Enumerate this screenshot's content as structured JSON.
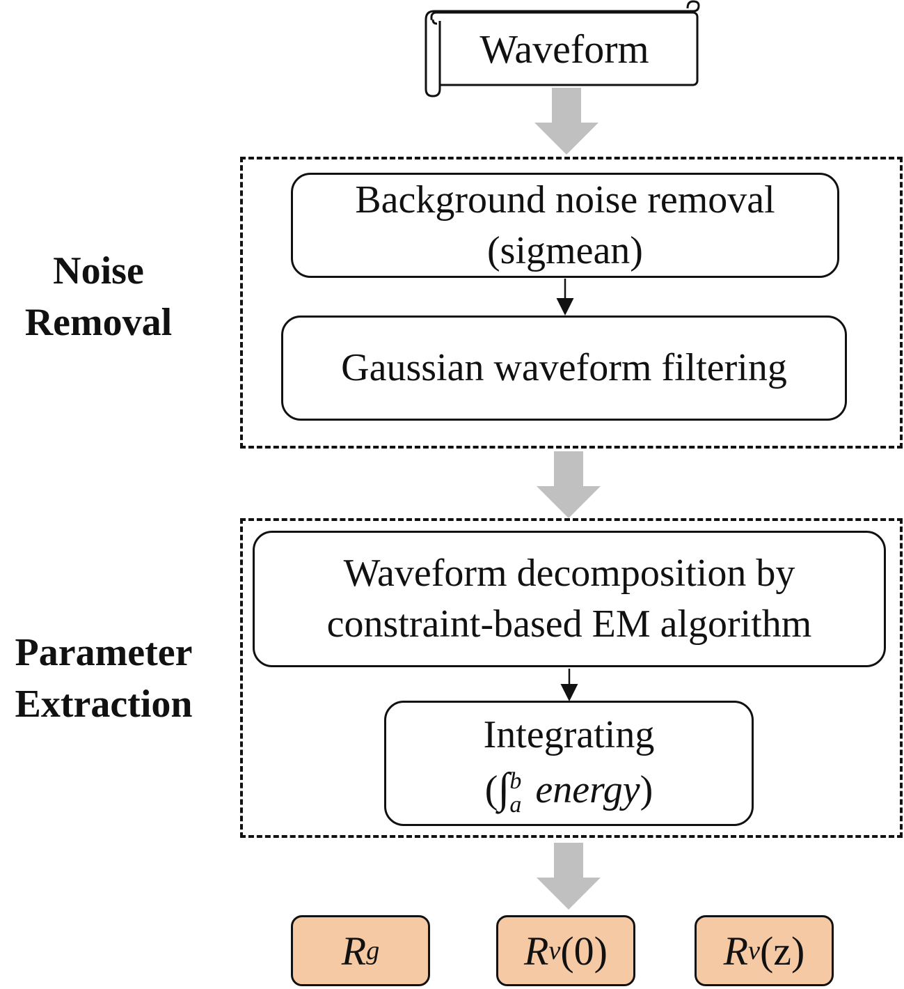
{
  "input": {
    "label": "Waveform"
  },
  "groups": {
    "noise_removal": {
      "label_line1": "Noise",
      "label_line2": "Removal",
      "steps": [
        {
          "line1": "Background noise removal",
          "line2": "(sigmean)"
        },
        {
          "line1": "Gaussian waveform filtering"
        }
      ]
    },
    "parameter_extraction": {
      "label_line1": "Parameter",
      "label_line2": "Extraction",
      "steps": [
        {
          "line1": "Waveform decomposition by",
          "line2": "constraint-based EM algorithm"
        },
        {
          "line1": "Integrating",
          "line2_open": "(",
          "integral": "∫",
          "lower": "a",
          "upper": "b",
          "expr": " energy",
          "line2_close": ")"
        }
      ]
    }
  },
  "outputs": [
    {
      "base": "R",
      "sub": "g",
      "arg": ""
    },
    {
      "base": "R",
      "sub": "v",
      "arg": "(0)"
    },
    {
      "base": "R",
      "sub": "v",
      "arg": "(z)"
    }
  ],
  "colors": {
    "output_fill": "#f6c9a5",
    "big_arrow": "#c0c0c0",
    "stroke": "#111111"
  }
}
